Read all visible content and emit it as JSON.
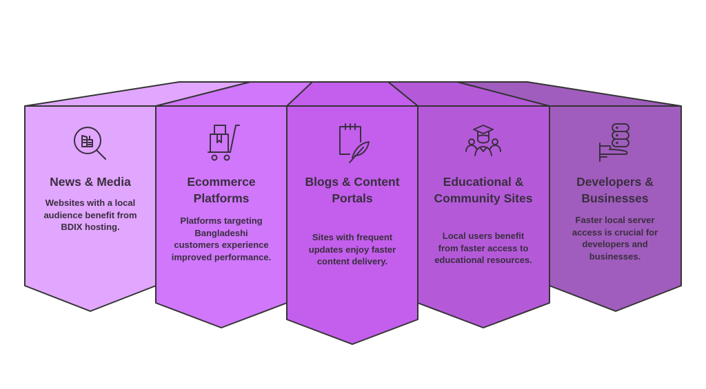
{
  "colors": {
    "col1": "#e1a6fd",
    "col2": "#d077fc",
    "col3": "#c35fec",
    "col4": "#b45ad9",
    "col5": "#a05dbd",
    "stroke": "#333333",
    "text": "#3a2e3f"
  },
  "columns": [
    {
      "icon": "news-search-icon",
      "title": "News & Media",
      "description": "Websites with a local audience benefit from BDIX hosting."
    },
    {
      "icon": "cart-with-box-icon",
      "title": "Ecommerce Platforms",
      "description": "Platforms targeting Bangladeshi customers experience improved performance."
    },
    {
      "icon": "notepad-quill-icon",
      "title": "Blogs & Content Portals",
      "description": "Sites with frequent updates enjoy faster content delivery."
    },
    {
      "icon": "graduate-community-icon",
      "title": "Educational & Community Sites",
      "description": "Local users benefit from faster access to educational resources."
    },
    {
      "icon": "hand-server-icon",
      "title": "Developers & Businesses",
      "description": "Faster local server access is crucial for developers and businesses."
    }
  ]
}
